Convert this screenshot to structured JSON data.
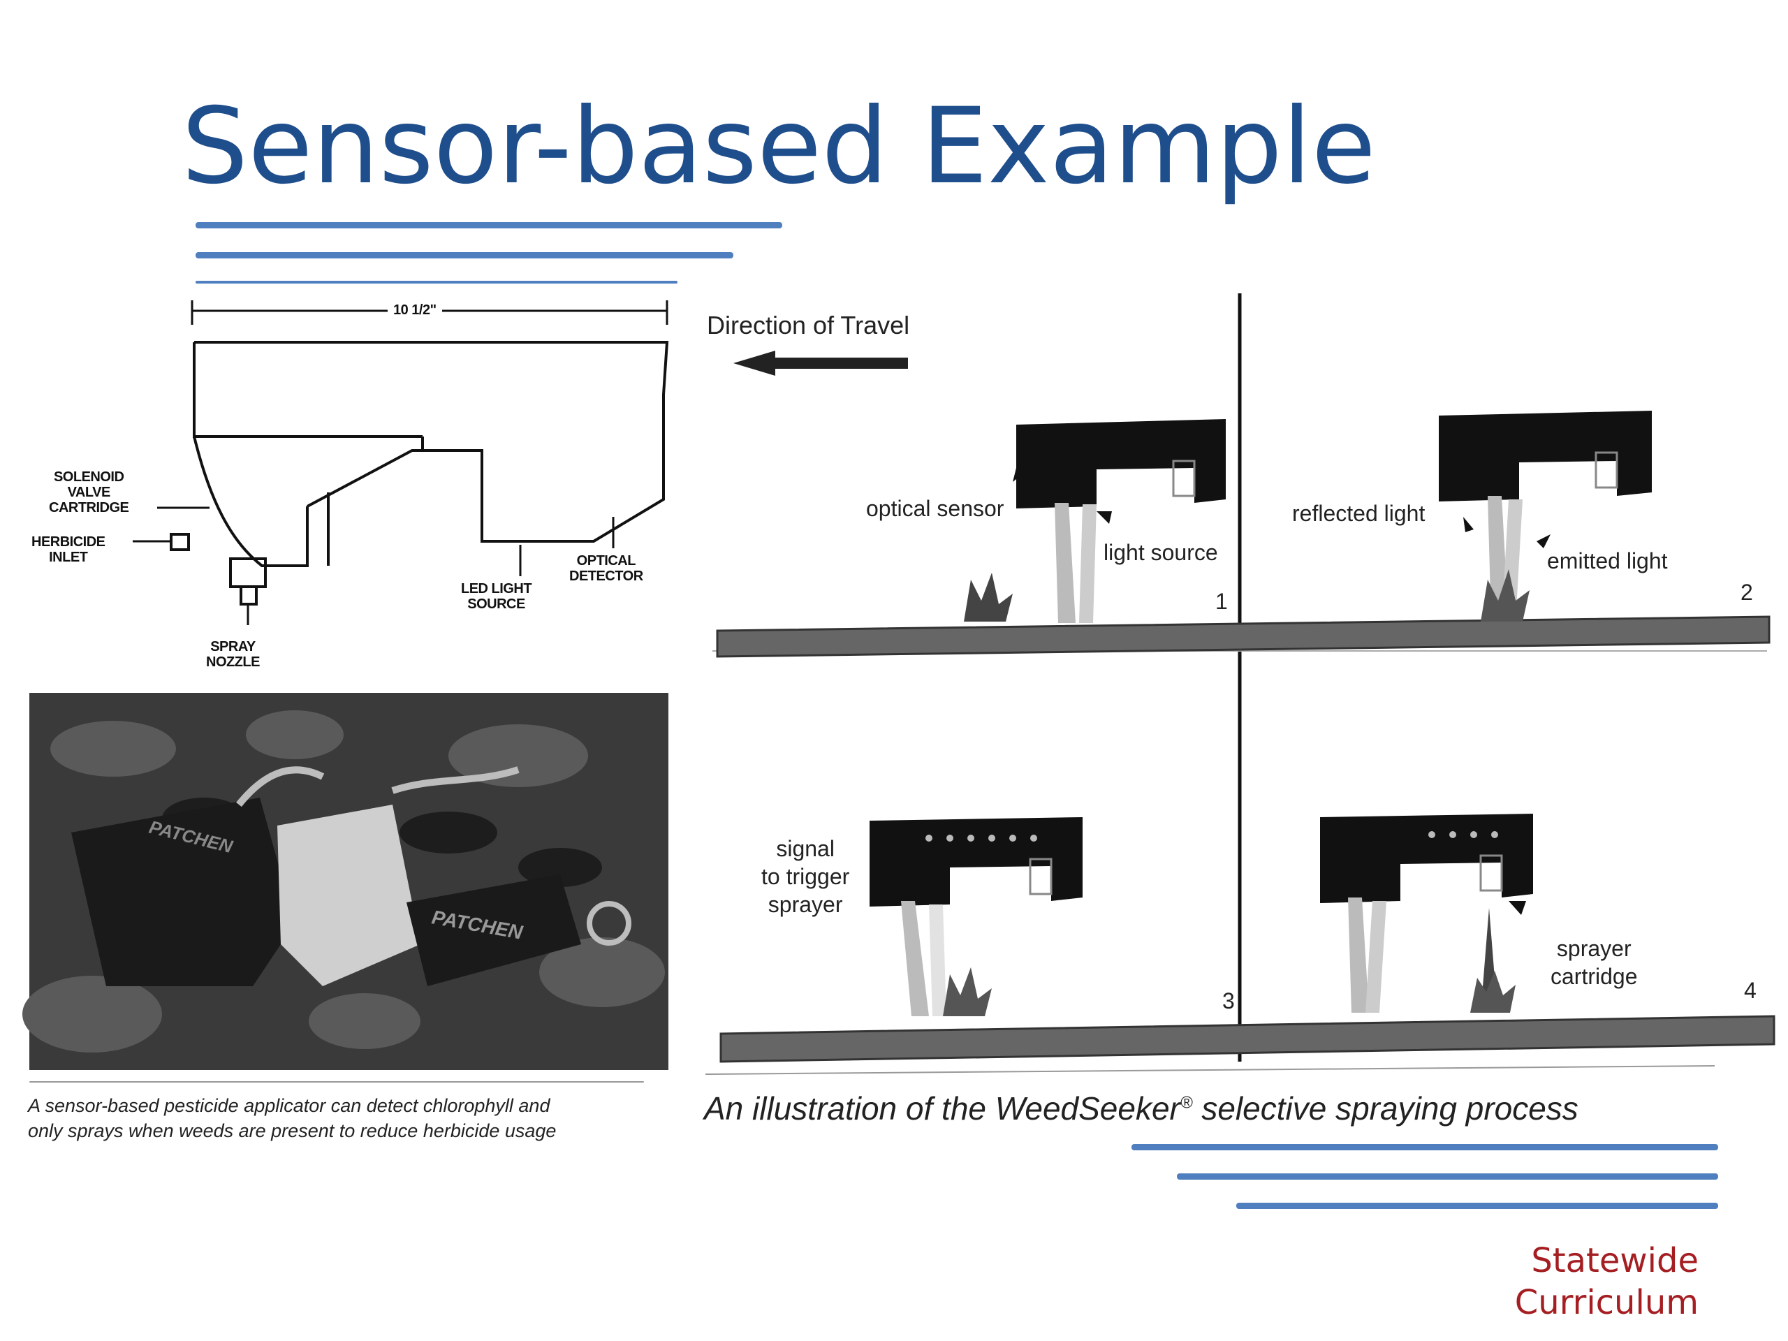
{
  "slide": {
    "title": "Sensor-based Example",
    "footer_line1": "Statewide",
    "footer_line2": "Curriculum"
  },
  "schematic": {
    "dimension": "10 1/2\"",
    "solenoid": [
      "SOLENOID",
      "VALVE",
      "CARTRIDGE"
    ],
    "herbicide": [
      "HERBICIDE",
      "INLET"
    ],
    "spray": [
      "SPRAY",
      "NOZZLE"
    ],
    "led": [
      "LED LIGHT",
      "SOURCE"
    ],
    "optical": [
      "OPTICAL",
      "DETECTOR"
    ]
  },
  "photo": {
    "brand": "PATCHEN",
    "caption_line1": "A sensor-based pesticide applicator can detect chlorophyll and",
    "caption_line2": "only sprays when weeds are present to reduce herbicide usage"
  },
  "illustration": {
    "direction": "Direction of Travel",
    "optical_sensor": "optical sensor",
    "light_source": "light source",
    "reflected_light": "reflected light",
    "emitted_light": "emitted light",
    "signal": [
      "signal",
      "to trigger",
      "sprayer"
    ],
    "sprayer_cartridge": [
      "sprayer",
      "cartridge"
    ],
    "panel_numbers": [
      "1",
      "2",
      "3",
      "4"
    ],
    "caption_main": "An illustration of the WeedSeeker",
    "caption_reg": "®",
    "caption_tail": " selective spraying process"
  }
}
